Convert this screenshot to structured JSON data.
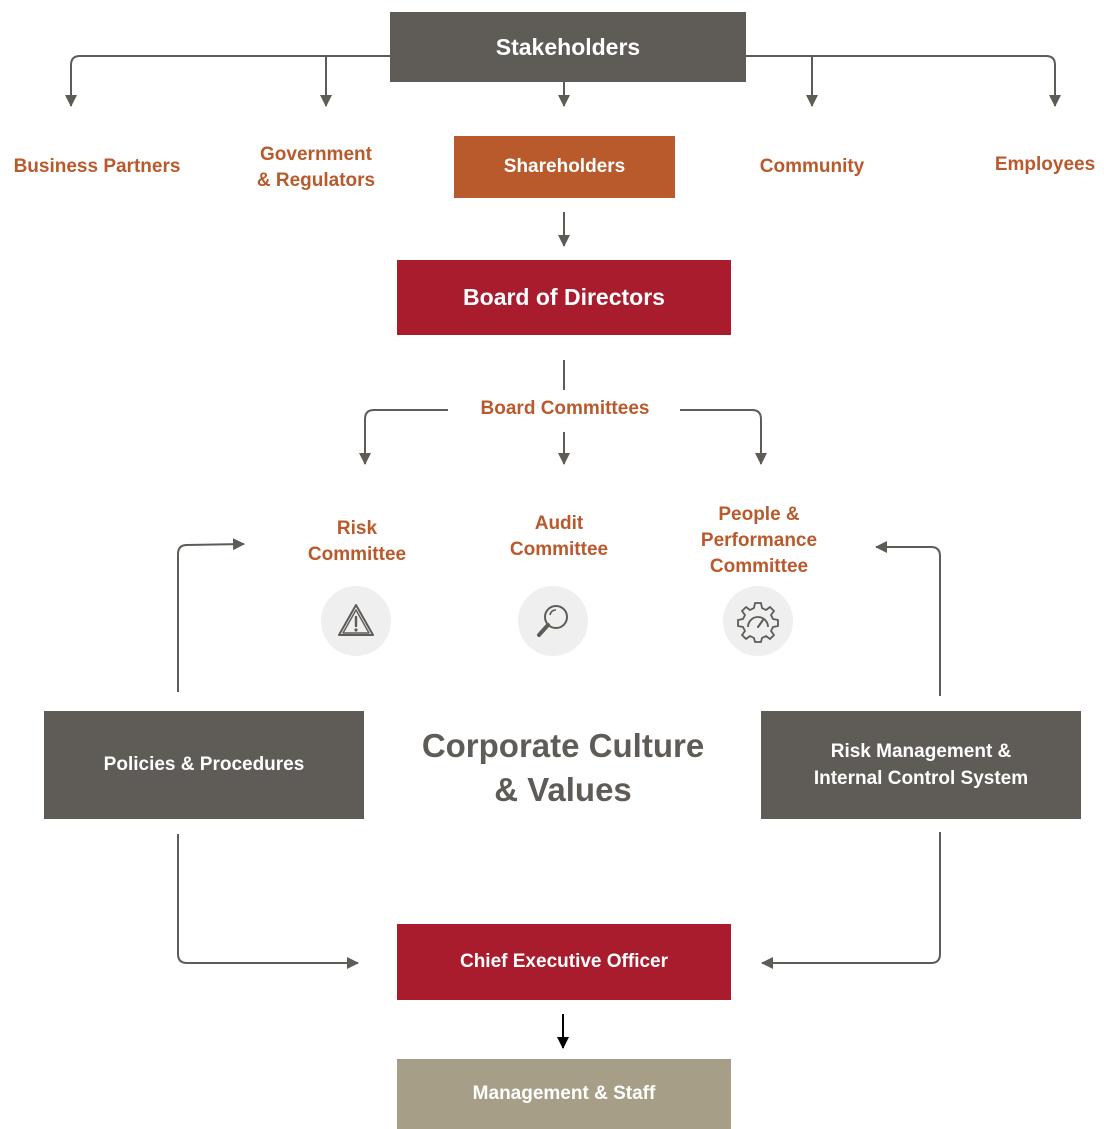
{
  "colors": {
    "dark_gray": "#5f5b57",
    "crimson": "#a81c2e",
    "burnt_orange": "#b85a2c",
    "label_orange": "#b85a2c",
    "taupe": "#a69e86",
    "arrow": "#5f5b57",
    "center_text": "#5f5b57"
  },
  "stakeholders": "Stakeholders",
  "stakeholder_groups": {
    "business_partners": "Business Partners",
    "government_line1": "Government",
    "government_line2": "& Regulators",
    "shareholders": "Shareholders",
    "community": "Community",
    "employees": "Employees"
  },
  "board_of_directors": "Board of Directors",
  "board_committees": "Board Committees",
  "committees": {
    "risk_line1": "Risk",
    "risk_line2": "Committee",
    "audit_line1": "Audit",
    "audit_line2": "Committee",
    "people_line1": "People &",
    "people_line2": "Performance",
    "people_line3": "Committee"
  },
  "icons": {
    "risk": "warning-triangle-icon",
    "audit": "magnifier-icon",
    "people": "gear-gauge-icon"
  },
  "policies_procedures": "Policies & Procedures",
  "center": {
    "line1": "Corporate Culture",
    "line2": "& Values"
  },
  "risk_management": {
    "line1": "Risk Management &",
    "line2": "Internal Control System"
  },
  "ceo": "Chief Executive Officer",
  "management_staff": "Management & Staff"
}
